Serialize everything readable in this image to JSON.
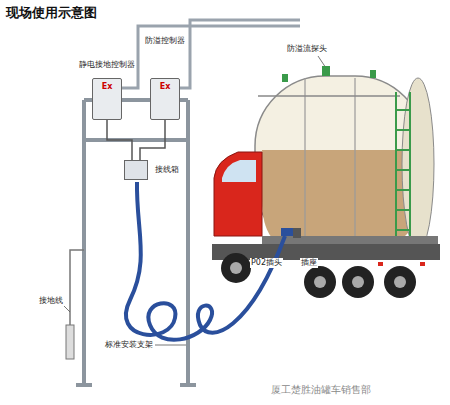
{
  "diagram": {
    "title": "现场使用示意图",
    "nodes": [
      {
        "text": [
          "静电接地控制器",
          "Ex"
        ]
      },
      {
        "text": [
          "防溢控制器",
          "Ex"
        ]
      },
      {
        "text": [
          "接线箱"
        ]
      }
    ],
    "edges": [
      {
        "from": 0,
        "to": 2,
        "arrow": "none"
      },
      {
        "from": 1,
        "to": 2,
        "arrow": "none"
      }
    ],
    "labels": [
      "防溢流探头",
      "P02插头",
      "插座",
      "接地线",
      "标准安装支架",
      "厦工楚胜油罐车销售部"
    ]
  }
}
